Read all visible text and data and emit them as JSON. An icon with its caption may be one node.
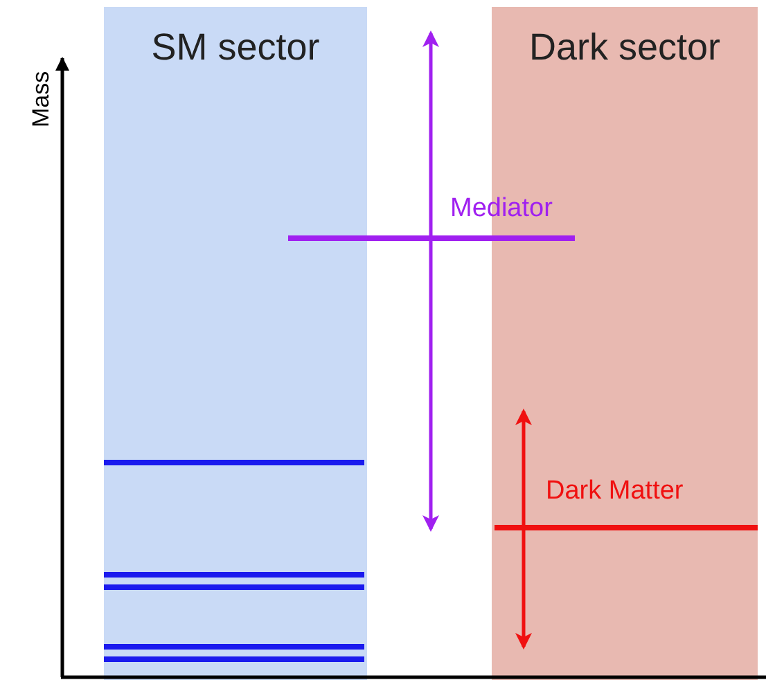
{
  "diagram": {
    "nodes": [
      {
        "text": [
          "SM sector"
        ]
      },
      {
        "text": [
          "Dark sector"
        ]
      },
      {
        "text": [],
        "shape": "bar",
        "beside": [
          "Mediator"
        ]
      },
      {
        "text": [],
        "shape": "bar",
        "beside": [
          "Dark Matter"
        ],
        "in": 1
      }
    ],
    "labels": [
      "Mass"
    ]
  }
}
